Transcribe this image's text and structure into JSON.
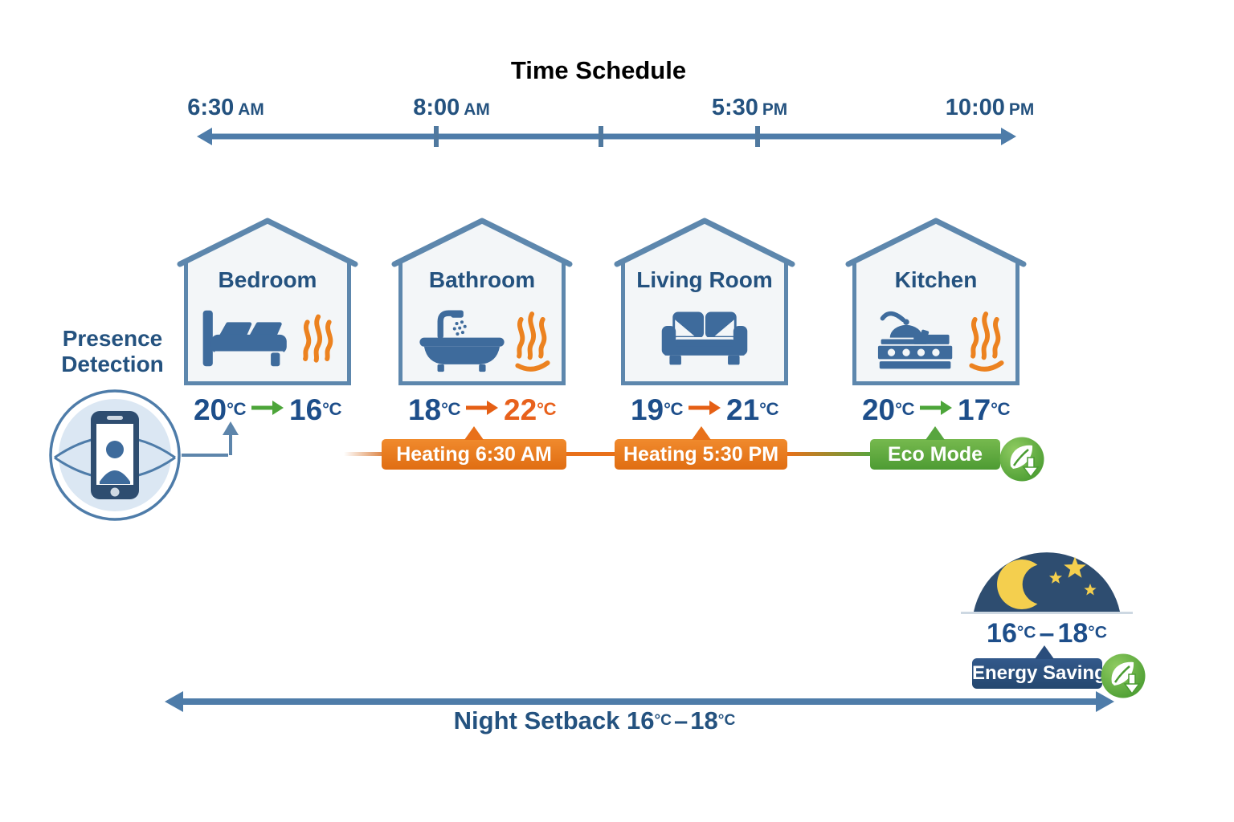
{
  "title": "Time Schedule",
  "timeline": {
    "labels": [
      {
        "time": "6:30",
        "period": "AM"
      },
      {
        "time": "8:00",
        "period": "AM"
      },
      {
        "time": "5:30",
        "period": "PM"
      },
      {
        "time": "10:00",
        "period": "PM"
      }
    ]
  },
  "presence": {
    "line1": "Presence",
    "line2": "Detection"
  },
  "rooms": [
    {
      "name": "Bedroom",
      "icon": "bed-icon",
      "heat_icon": "heat-waves-icon",
      "temp_from": "20",
      "temp_to": "16",
      "unit": "°C",
      "trend": "eco",
      "to_highlight": false
    },
    {
      "name": "Bathroom",
      "icon": "bathtub-icon",
      "heat_icon": "heat-waves-dish-icon",
      "temp_from": "18",
      "temp_to": "22",
      "unit": "°C",
      "trend": "heat",
      "to_highlight": true
    },
    {
      "name": "Living Room",
      "icon": "sofa-icon",
      "heat_icon": null,
      "temp_from": "19",
      "temp_to": "21",
      "unit": "°C",
      "trend": "heat",
      "to_highlight": false
    },
    {
      "name": "Kitchen",
      "icon": "stove-icon",
      "heat_icon": "heat-waves-dish-icon",
      "temp_from": "20",
      "temp_to": "17",
      "unit": "°C",
      "trend": "eco",
      "to_highlight": false
    }
  ],
  "banners": [
    {
      "label": "Heating 6:30 AM",
      "style": "heating",
      "icon": null
    },
    {
      "label": "Heating 5:30 PM",
      "style": "heating",
      "icon": null
    },
    {
      "label": "Eco Mode",
      "style": "eco",
      "icon": "leaf-down-icon"
    }
  ],
  "night": {
    "moon_icon": "moon-stars-icon",
    "range_from": "16",
    "range_to": "18",
    "unit": "°C",
    "separator": "–",
    "badge": "Energy Saving",
    "badge_icon": "leaf-down-icon"
  },
  "footer": {
    "prefix": "Night Setback",
    "from": "16",
    "to": "18",
    "unit": "°C",
    "separator": "–"
  },
  "colors": {
    "heading_navy": "#24527f",
    "temp_blue": "#1d4e8a",
    "temp_orange": "#e8611c",
    "timeline_steel": "#4e7ca9",
    "house_outline": "#5d87ad",
    "icon_blue": "#3e6b9c",
    "heat_orange": "#ec8220",
    "banner_orange": "#e8701a",
    "eco_green": "#58a53f",
    "badge_navy": "#2a4d7c",
    "dome_navy": "#2e4d70",
    "moon_yellow": "#f4cf4e"
  }
}
